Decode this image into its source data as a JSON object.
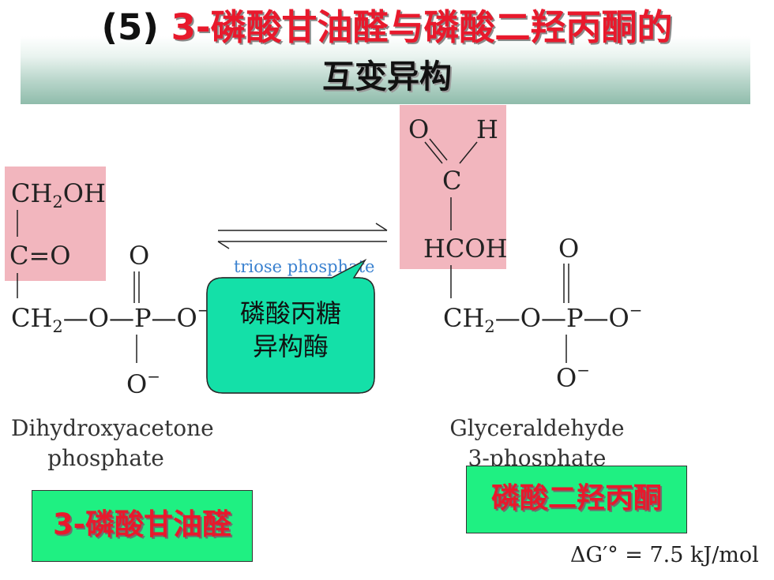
{
  "title": {
    "prefix": "(5)",
    "highlight": "3-磷酸甘油醛与磷酸二羟丙酮的",
    "line2": "互变异构"
  },
  "left_molecule": {
    "name_line1": "Dihydroxyacetone",
    "name_line2": "phosphate"
  },
  "right_molecule": {
    "name_line1": "Glyceraldehyde",
    "name_line2": "3-phosphate"
  },
  "enzyme": {
    "english": "triose phosphate",
    "callout_line1": "磷酸丙糖",
    "callout_line2": "异构酶"
  },
  "labels": {
    "left_box": "3-磷酸甘油醛",
    "right_box": "磷酸二羟丙酮"
  },
  "delta_g": "ΔG′° = 7.5 kJ/mol",
  "colors": {
    "title_red": "#e8192c",
    "highlight_pink": "#f2b6be",
    "label_green": "#1ff082",
    "callout_teal": "#14e0a8",
    "enzyme_blue": "#3b82d0"
  }
}
